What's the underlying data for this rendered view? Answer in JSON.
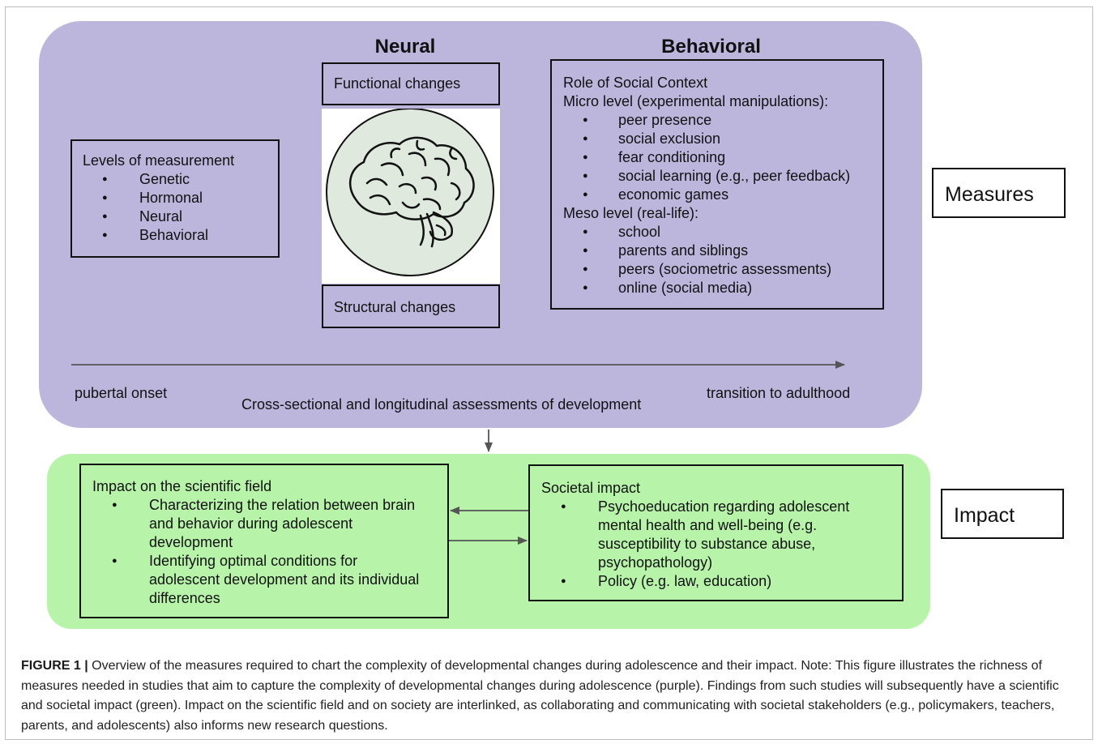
{
  "headings": {
    "neural": "Neural",
    "behavioral": "Behavioral"
  },
  "levels": {
    "title": "Levels of measurement",
    "items": [
      "Genetic",
      "Hormonal",
      "Neural",
      "Behavioral"
    ]
  },
  "neural": {
    "functional": "Functional changes",
    "structural": "Structural changes",
    "image": "brain-illustration"
  },
  "behavioral": {
    "line1": "Role of Social Context",
    "micro_title": "Micro level (experimental manipulations):",
    "micro_items": [
      "peer presence",
      "social exclusion",
      "fear conditioning",
      "social learning (e.g., peer feedback)",
      "economic games"
    ],
    "meso_title": "Meso level (real-life):",
    "meso_items": [
      "school",
      "parents and siblings",
      "peers (sociometric assessments)",
      "online (social media)"
    ]
  },
  "timeline": {
    "start": "pubertal onset",
    "end": "transition to adulthood",
    "label": "Cross-sectional and longitudinal assessments of development"
  },
  "side_labels": {
    "measures": "Measures",
    "impact": "Impact"
  },
  "scientific": {
    "title": "Impact on the scientific field",
    "items": [
      [
        "Characterizing the relation between brain",
        "and behavior during adolescent",
        "development"
      ],
      [
        "Identifying optimal conditions for",
        "adolescent development and its individual",
        "differences"
      ]
    ]
  },
  "societal": {
    "title": "Societal impact",
    "items": [
      [
        "Psychoeducation regarding adolescent",
        "mental health and well-being (e.g.",
        "susceptibility to substance abuse,",
        "psychopathology)"
      ],
      [
        "Policy (e.g. law, education)"
      ]
    ]
  },
  "caption": {
    "label": "FIGURE 1 |",
    "text": "Overview of the measures required to chart the complexity of developmental changes during adolescence and their impact. Note: This figure illustrates the richness of measures needed in studies that aim to capture the complexity of developmental changes during adolescence (purple). Findings from such studies will subsequently have a scientific and societal impact (green). Impact on the scientific field and on society are interlinked, as collaborating and communicating with societal stakeholders (e.g., policymakers, teachers, parents, and adolescents) also informs new research questions."
  },
  "colors": {
    "measures_panel": "#bcb6dd",
    "impact_panel": "#b7f3a8",
    "brain_circle": "#dfe9de"
  }
}
